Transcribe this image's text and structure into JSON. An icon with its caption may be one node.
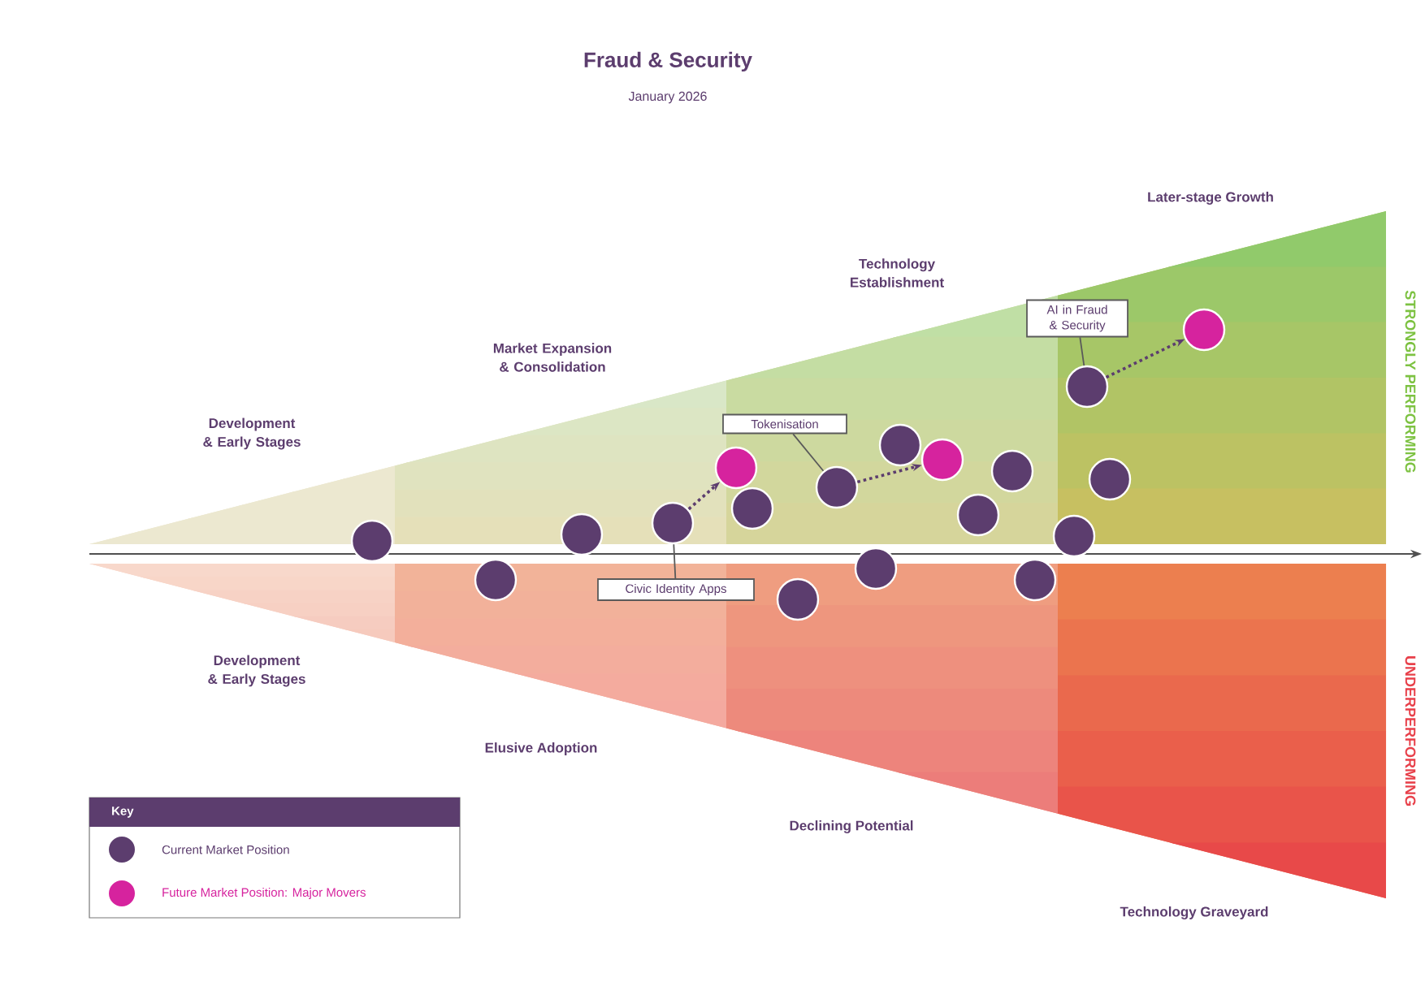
{
  "diagram": {
    "title": "Fraud & Security",
    "nodes": [
      {
        "text": [
          "Civic Identity Apps"
        ]
      },
      {
        "text": [
          "Tokenisation"
        ]
      },
      {
        "text": [
          "AI in Fraud & Security"
        ]
      },
      {
        "text": [],
        "shape": "circle"
      },
      {
        "text": [],
        "shape": "circle"
      },
      {
        "text": [],
        "shape": "circle"
      },
      {
        "text": [],
        "shape": "circle"
      },
      {
        "text": [],
        "shape": "circle"
      },
      {
        "text": [],
        "shape": "circle"
      },
      {
        "text": [],
        "shape": "circle"
      },
      {
        "text": [],
        "shape": "circle"
      },
      {
        "text": [],
        "shape": "circle"
      },
      {
        "text": [],
        "shape": "circle"
      },
      {
        "text": [],
        "shape": "circle"
      },
      {
        "text": [],
        "shape": "circle"
      },
      {
        "text": [],
        "shape": "circle"
      },
      {
        "text": [],
        "shape": "circle"
      },
      {
        "text": [],
        "shape": "circle"
      },
      {
        "text": [],
        "shape": "circle"
      },
      {
        "text": [],
        "shape": "circle"
      },
      {
        "text": [],
        "shape": "circle"
      }
    ],
    "edges": [
      {
        "from": 0,
        "to": 6,
        "arrow": "none"
      },
      {
        "from": 1,
        "to": 10,
        "arrow": "none"
      },
      {
        "from": 2,
        "to": 18,
        "arrow": "none"
      },
      {
        "from": 6,
        "to": 7,
        "arrow": "to",
        "style": "dashed"
      },
      {
        "from": 10,
        "to": 13,
        "arrow": "to",
        "style": "dashed"
      },
      {
        "from": 18,
        "to": 20,
        "arrow": "to",
        "style": "dashed"
      }
    ],
    "labels": [
      "January 2026",
      "Later-stage Growth",
      "Technology Establishment",
      "Market Expansion & Consolidation",
      "Development & Early Stages",
      "Development & Early Stages",
      "Elusive Adoption",
      "Declining Potential",
      "Technology Graveyard",
      "STRONGLY PERFORMING",
      "UNDERPERFORMING",
      "Key"
    ],
    "legend": [
      {
        "text": "Current Market Position",
        "color": "#5c3d6e"
      },
      {
        "text": "Future Market Position: Major Movers",
        "color": "#d6239e"
      }
    ]
  }
}
